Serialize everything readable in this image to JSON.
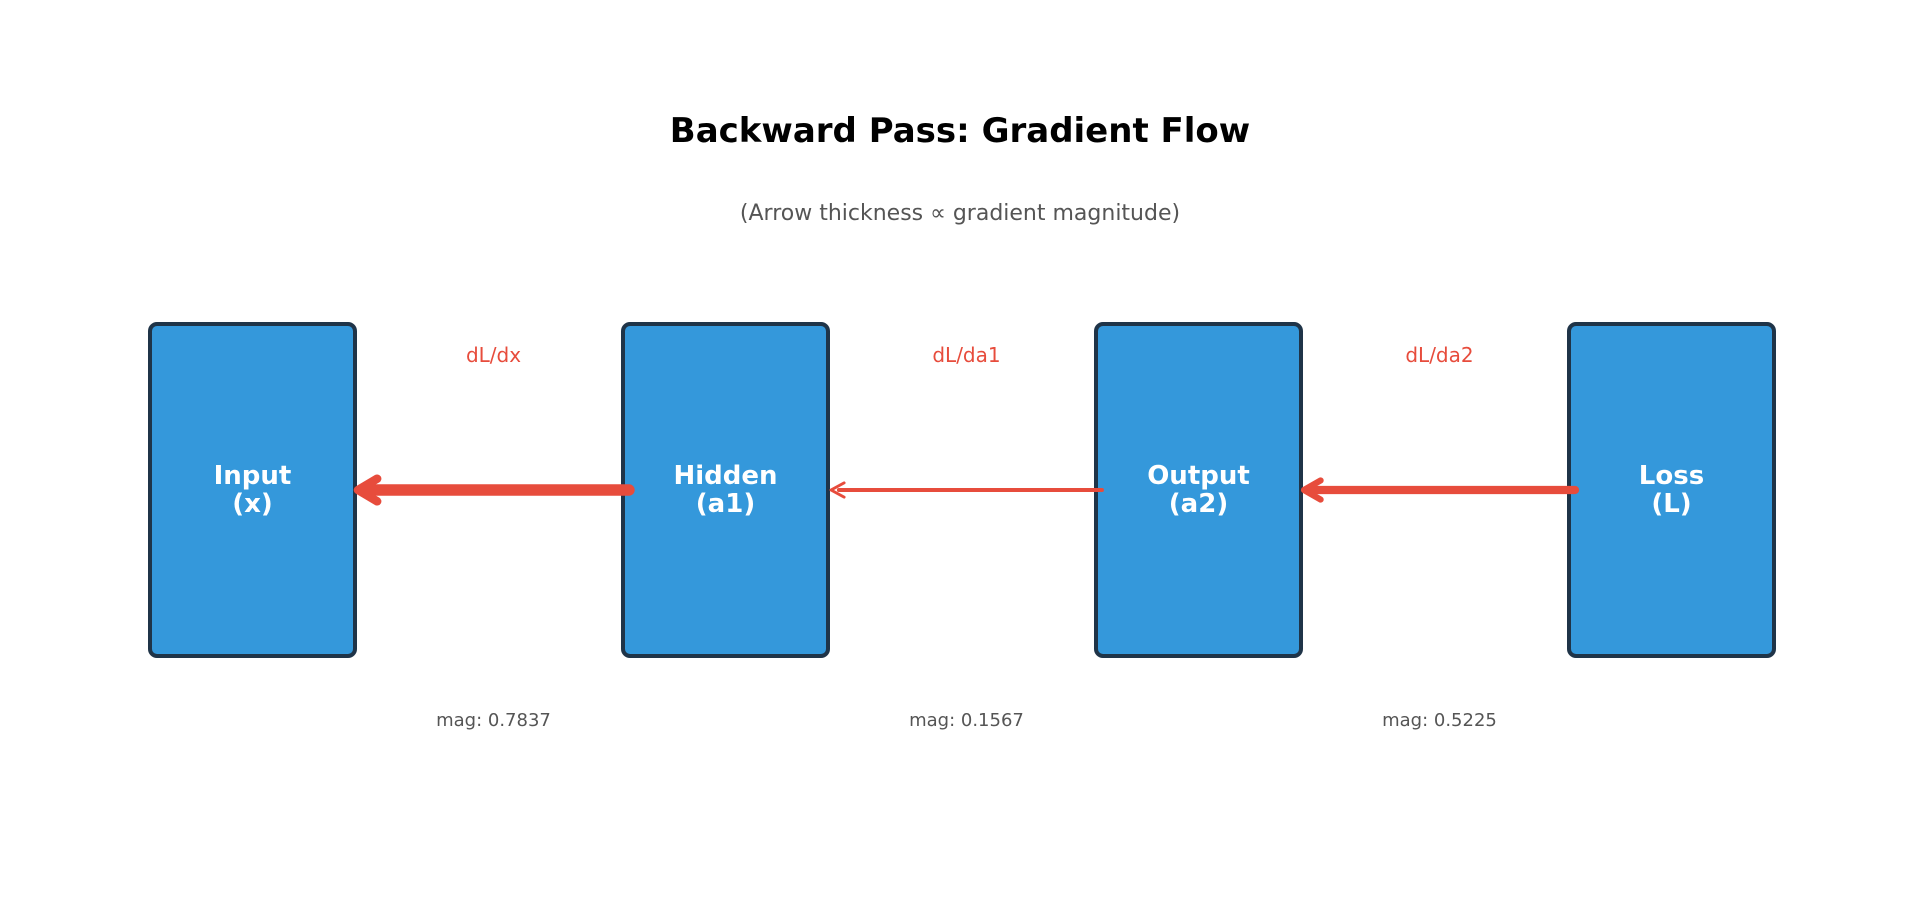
{
  "title": "Backward Pass: Gradient Flow",
  "subtitle": "(Arrow thickness ∝ gradient magnitude)",
  "colors": {
    "node_fill": "#3498db",
    "node_stroke": "#1f3448",
    "node_text": "#ffffff",
    "arrow": "#e74c3c",
    "grad_label": "#e74c3c",
    "mag_label": "#555555",
    "title": "#000000",
    "subtitle": "#555555"
  },
  "nodes": [
    {
      "id": "input",
      "line1": "Input",
      "line2": "(x)"
    },
    {
      "id": "hidden",
      "line1": "Hidden",
      "line2": "(a1)"
    },
    {
      "id": "output",
      "line1": "Output",
      "line2": "(a2)"
    },
    {
      "id": "loss",
      "line1": "Loss",
      "line2": "(L)"
    }
  ],
  "edges": [
    {
      "from": "hidden",
      "to": "input",
      "label": "dL/dx",
      "magnitude": 0.7837,
      "mag_text": "mag: 0.7837"
    },
    {
      "from": "output",
      "to": "hidden",
      "label": "dL/da1",
      "magnitude": 0.1567,
      "mag_text": "mag: 0.1567"
    },
    {
      "from": "loss",
      "to": "output",
      "label": "dL/da2",
      "magnitude": 0.5225,
      "mag_text": "mag: 0.5225"
    }
  ]
}
